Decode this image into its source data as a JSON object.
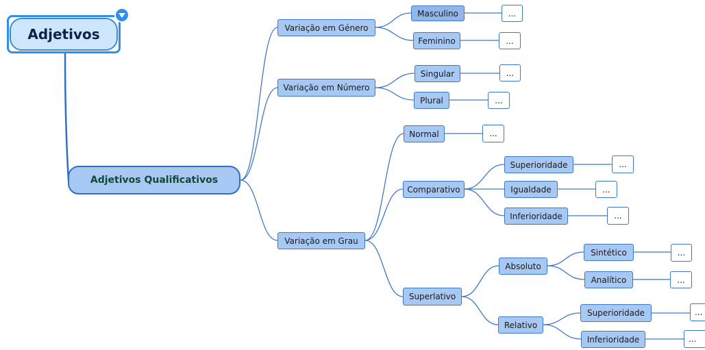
{
  "colors": {
    "link": "#3c78c8",
    "node_fill": "#a8c8f4",
    "root_fill": "#cde6fb",
    "root_border": "#2f8ff0",
    "main_text": "#0f4a36"
  },
  "icons": {
    "collapse": "triangle-down-icon"
  },
  "root": {
    "label": "Adjetivos"
  },
  "main": {
    "label": "Adjetivos Qualificativos"
  },
  "branches": {
    "genero": {
      "label": "Variação em Género"
    },
    "masculino": {
      "label": "Masculino",
      "note": "..."
    },
    "feminino": {
      "label": "Feminino",
      "note": "..."
    },
    "numero": {
      "label": "Variação em Número"
    },
    "singular": {
      "label": "Singular",
      "note": "..."
    },
    "plural": {
      "label": "Plural",
      "note": "..."
    },
    "grau": {
      "label": "Variação em Grau"
    },
    "normal": {
      "label": "Normal",
      "note": "..."
    },
    "comparativo": {
      "label": "Comparativo"
    },
    "comp_superioridade": {
      "label": "Superioridade",
      "note": "..."
    },
    "comp_igualdade": {
      "label": "Igualdade",
      "note": "..."
    },
    "comp_inferioridade": {
      "label": "Inferioridade",
      "note": "..."
    },
    "superlativo": {
      "label": "Superlativo"
    },
    "absoluto": {
      "label": "Absoluto"
    },
    "sintetico": {
      "label": "Sintético",
      "note": "..."
    },
    "analitico": {
      "label": "Analítico",
      "note": "..."
    },
    "relativo": {
      "label": "Relativo"
    },
    "rel_superioridade": {
      "label": "Superioridade",
      "note": "..."
    },
    "rel_inferioridade": {
      "label": "Inferioridade",
      "note": "..."
    }
  }
}
